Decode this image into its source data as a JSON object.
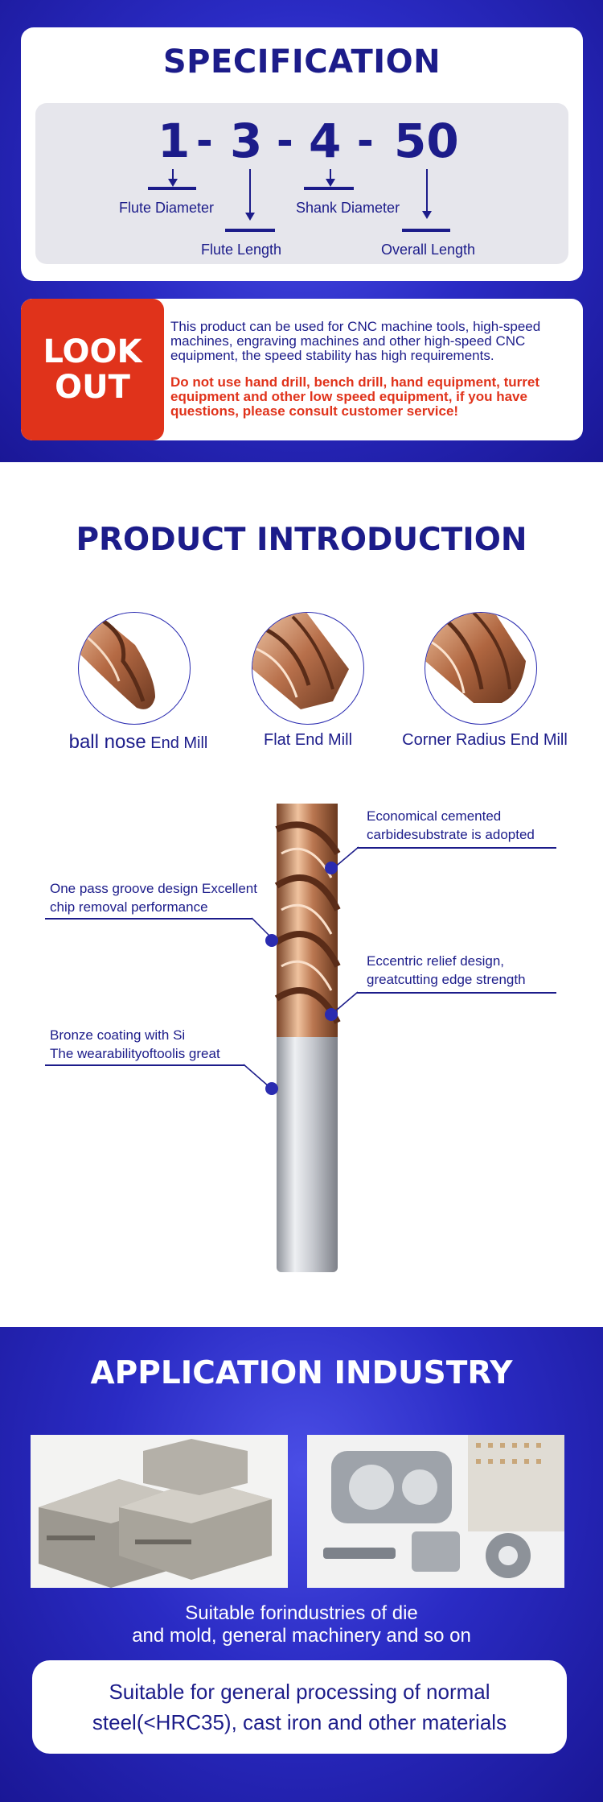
{
  "specification": {
    "title": "SPECIFICATION",
    "code": {
      "flute_diameter": "1",
      "flute_length": "3",
      "shank_diameter": "4",
      "overall_length": "50",
      "separator": "-"
    },
    "labels": {
      "flute_diameter": "Flute Diameter",
      "flute_length": "Flute Length",
      "shank_diameter": "Shank Diameter",
      "overall_length": "Overall Length"
    }
  },
  "look_out": {
    "badge": "LOOK\nOUT",
    "description": "This product can be used for CNC machine tools, high-speed machines, engraving machines and other high-speed CNC equipment, the speed stability has high requirements.",
    "warning": "Do not use hand drill, bench drill, hand equipment, turret equipment and other low speed equipment, if you have questions, please consult customer service!"
  },
  "product_introduction": {
    "title": "PRODUCT INTRODUCTION",
    "mill_types": [
      {
        "prefix": "ball nose",
        "suffix": " End Mill"
      },
      {
        "prefix": "",
        "suffix": "Flat End Mill"
      },
      {
        "prefix": "",
        "suffix": "Corner Radius End Mill"
      }
    ],
    "annotations": {
      "top_right_1": "Economical cemented",
      "top_right_2": "carbidesubstrate is adopted",
      "mid_left_1": "One pass groove design Excellent",
      "mid_left_2": "chip removal performance",
      "mid_right_1": "Eccentric relief design,",
      "mid_right_2": "greatcutting edge strength",
      "low_left_1": "Bronze coating with Si",
      "low_left_2": "The wearabilityoftoolis great"
    }
  },
  "application_industry": {
    "title": "APPLICATION INDUSTRY",
    "caption": "Suitable forindustries of die\nand mold, general machinery and so on",
    "card": "Suitable for general processing of normal\nsteel(<HRC35), cast iron and other materials"
  },
  "colors": {
    "navy": "#1c1c8a",
    "blue": "#2a2bc4",
    "red": "#e0331b",
    "bronze": "#b9754f",
    "steel": "#b9bcc4"
  }
}
